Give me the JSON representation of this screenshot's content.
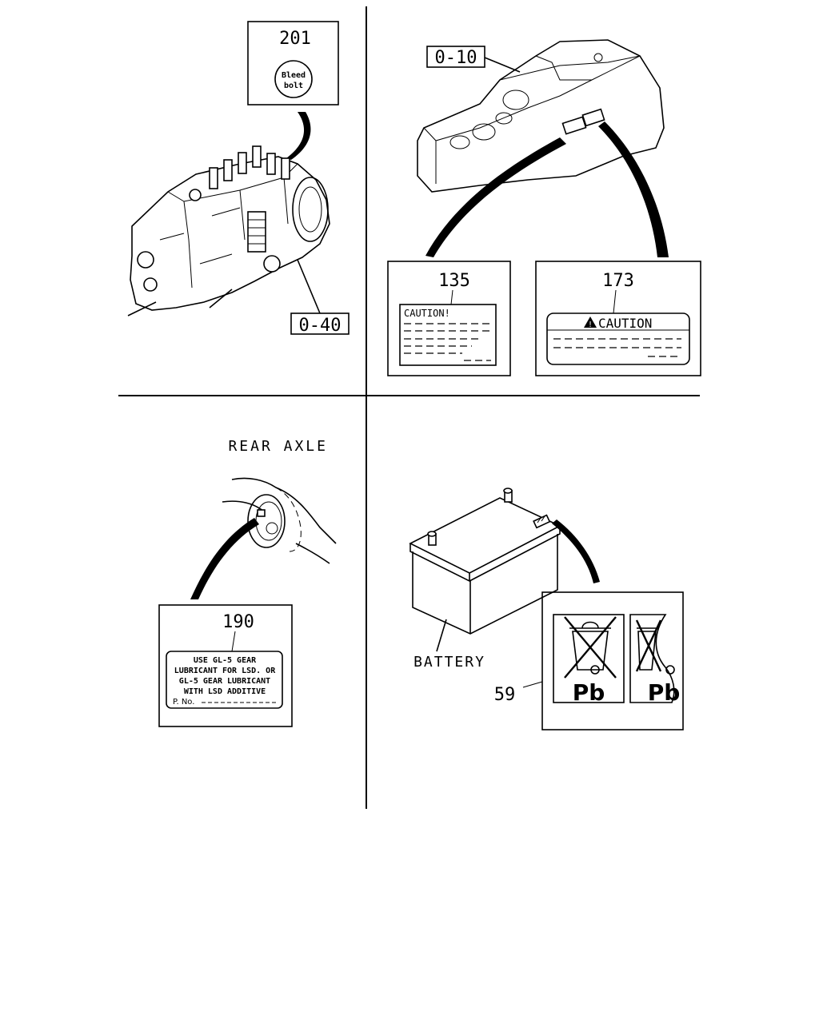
{
  "quadrants": {
    "injection_pump": {
      "label_ref": "201",
      "label_text_line1": "Bleed",
      "label_text_line2": "bolt",
      "part_ref": "0-40"
    },
    "frame": {
      "part_ref": "0-10",
      "label_a_ref": "135",
      "label_a_text": "CAUTION!",
      "label_b_ref": "173",
      "label_b_text": "CAUTION"
    },
    "rear_axle": {
      "title": "REAR AXLE",
      "label_ref": "190",
      "label_lines": [
        "USE GL-5 GEAR",
        "LUBRICANT FOR LSD. OR",
        "GL-5 GEAR LUBRICANT",
        "WITH LSD ADDITIVE"
      ],
      "part_no_text": "P. No."
    },
    "battery": {
      "title": "BATTERY",
      "label_ref": "59",
      "symbol_text": "Pb",
      "symbol_icon": "crossed-out-wheelie-bin-icon"
    }
  }
}
